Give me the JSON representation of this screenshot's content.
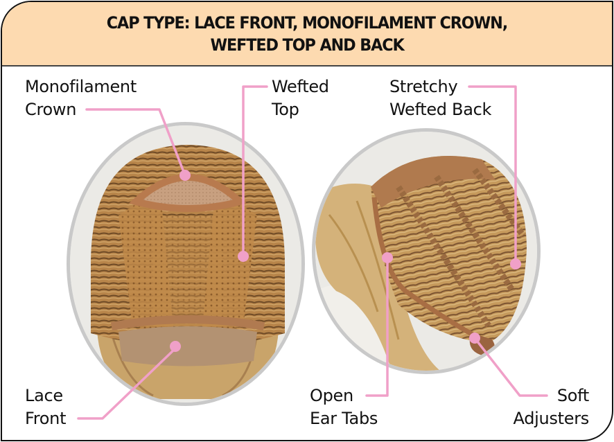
{
  "header": {
    "title_line1": "CAP TYPE: LACE FRONT, MONOFILAMENT CROWN,",
    "title_line2": "WEFTED TOP AND BACK",
    "background": "#fddab0"
  },
  "callout_color": "#f0a0c8",
  "images": [
    {
      "name": "cap-top-view",
      "description": "Wig cap interior, top/front view"
    },
    {
      "name": "cap-side-view",
      "description": "Wig cap interior, side/back view"
    }
  ],
  "labels": {
    "monofilament_crown": {
      "line1": "Monofilament",
      "line2": "Crown"
    },
    "wefted_top": {
      "line1": "Wefted",
      "line2": "Top"
    },
    "stretchy_wefted_back": {
      "line1": "Stretchy",
      "line2": "Wefted Back"
    },
    "lace_front": {
      "line1": "Lace",
      "line2": "Front"
    },
    "open_ear_tabs": {
      "line1": "Open",
      "line2": "Ear Tabs"
    },
    "soft_adjusters": {
      "line1": "Soft",
      "line2": "Adjusters"
    }
  }
}
